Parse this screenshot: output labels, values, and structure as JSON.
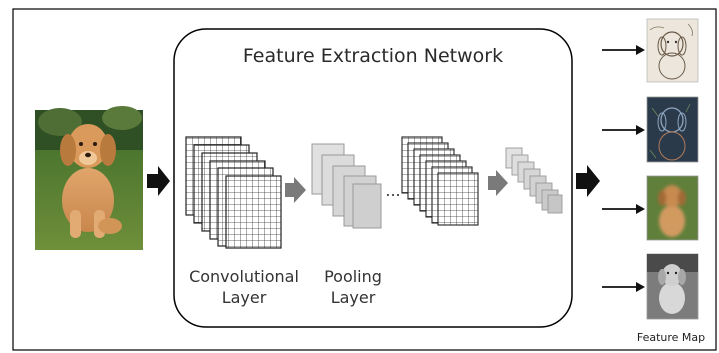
{
  "diagram": {
    "title": "Feature Extraction Network",
    "conv_label_line1": "Convolutional",
    "conv_label_line2": "Layer",
    "pool_label_line1": "Pooling",
    "pool_label_line2": "Layer",
    "ellipsis": "...",
    "feature_map_label": "Feature Map"
  },
  "images": {
    "input": "puppy-photo",
    "outputs": [
      "puppy-sketch-map",
      "puppy-edge-map",
      "puppy-blur-map",
      "puppy-grayscale-map"
    ]
  },
  "colors": {
    "grid_line": "#333333",
    "pool_fill_light": "#e0e0e0",
    "pool_fill_dark": "#c8c8c8",
    "arrow_black": "#111111",
    "arrow_gray": "#7a7a7a",
    "border": "#000000",
    "network_box": "#000000"
  }
}
